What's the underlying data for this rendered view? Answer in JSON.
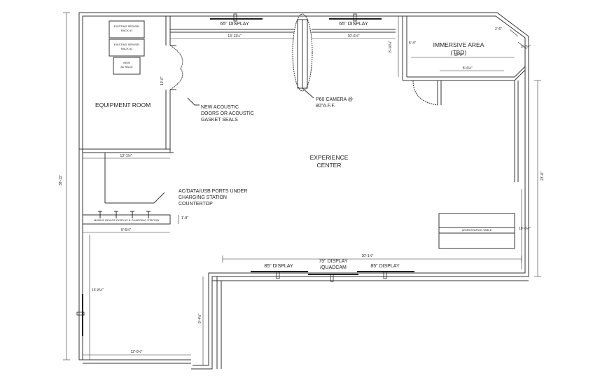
{
  "rooms": {
    "equipment_room": "EQUIPMENT ROOM",
    "experience_center_1": "EXPERIENCE",
    "experience_center_2": "CENTER",
    "immersive_area_1": "IMMERSIVE AREA",
    "immersive_area_2": "(TBD)"
  },
  "racks": {
    "rack1_l1": "EXISTING SERVER",
    "rack1_l2": "RACK #1",
    "rack2_l1": "EXISTING SERVER",
    "rack2_l2": "RACK #2",
    "rack3_l1": "NEW",
    "rack3_l2": "AV RACK"
  },
  "displays": {
    "top_left": "65\" DISPLAY",
    "top_right": "65\" DISPLAY",
    "bottom_left": "85\" DISPLAY",
    "bottom_center_1": "75\" DISPLAY",
    "bottom_center_2": "/QUADCAM",
    "bottom_right": "85\" DISPLAY"
  },
  "notes": {
    "doors_1": "NEW ACOUSTIC",
    "doors_2": "DOORS OR ACOUSTIC",
    "doors_3": "GASKET SEALS",
    "camera_1": "P60 CAMERA @",
    "camera_2": "80\"A.F.F.",
    "ports_1": "AC/DATA/USB PORTS UNDER",
    "ports_2": "CHARGING STATION",
    "ports_3": "COUNTERTOP",
    "mobile_station": "MOBILE DEVICE DISPLAY & CHARGING STATION",
    "workstation": "WORKSTATION TABLE"
  },
  "dimensions": {
    "overall_height": "38'-11\"",
    "right_height": "23'-8\"",
    "equip_width": "13'-1½\"",
    "equip_door": "10'-6\"",
    "top_display_left": "13'-11½\"",
    "top_display_right": "10'-6½\"",
    "immersive_depth": "8'-10½\"",
    "immersive_left": "5'-4\"",
    "immersive_top": "12'-0\"",
    "immersive_inner": "8'-6½\"",
    "immersive_corner": "2'-6\"",
    "immersive_right": "3'-0½\"",
    "mobile_depth": "1'-8\"",
    "mobile_width": "9'-6½\"",
    "bottom_wall_width": "30'-1½\"",
    "workstation_depth": "10'-6½\"",
    "left_lower": "15'-8½\"",
    "bottom_left_width": "12'-0½\"",
    "lower_drop": "9'-4½\""
  }
}
